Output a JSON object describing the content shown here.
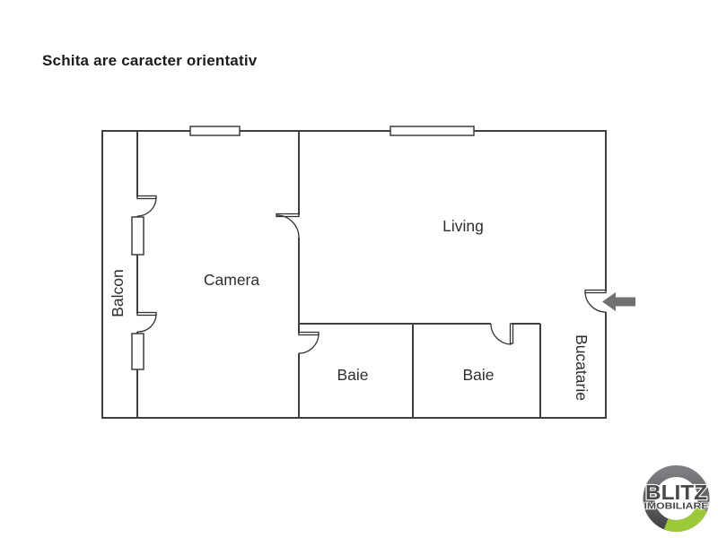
{
  "title": "Schita are caracter orientativ",
  "floorplan": {
    "rooms": {
      "balcon": {
        "label": "Balcon",
        "orientation": "vertical-up"
      },
      "camera": {
        "label": "Camera",
        "orientation": "horizontal"
      },
      "living": {
        "label": "Living",
        "orientation": "horizontal"
      },
      "baie_left": {
        "label": "Baie",
        "orientation": "horizontal"
      },
      "baie_right": {
        "label": "Baie",
        "orientation": "horizontal"
      },
      "bucatarie": {
        "label": "Bucatarie",
        "orientation": "vertical-down"
      }
    },
    "features": {
      "windows_count": 4,
      "doors_count": 6,
      "entrance_arrow_direction": "left"
    },
    "colors": {
      "wall": "#3f3f3f",
      "door": "#333333",
      "label": "#2e2e2e",
      "arrow": "#6f7071",
      "background": "#ffffff"
    }
  },
  "logo": {
    "brand": "BLITZ",
    "subtitle": "IMOBILIARE",
    "colors": {
      "ring_gray_light": "#7d7e81",
      "ring_gray_dark": "#454547",
      "ring_green": "#9cc939",
      "text": "#48494b"
    }
  }
}
